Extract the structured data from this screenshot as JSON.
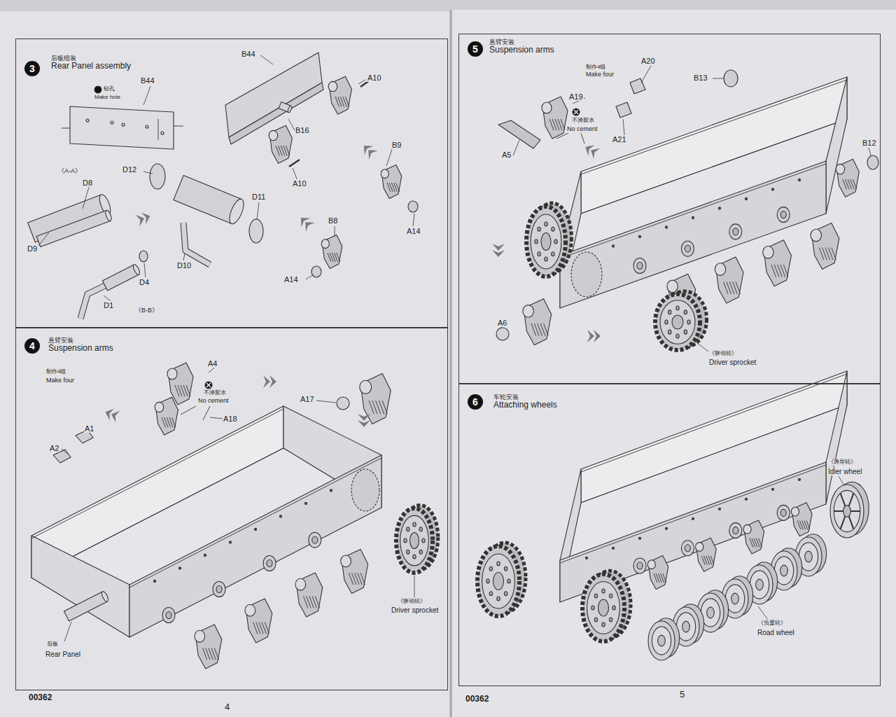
{
  "diagram": {
    "nodes": [
      {
        "text": [
          "后板组装",
          "Rear Panel assembly"
        ]
      },
      {
        "text": [
          "3"
        ],
        "in": 0
      },
      {
        "text": [
          "悬臂安装",
          "Suspension arms"
        ]
      },
      {
        "text": [
          "4"
        ],
        "in": 2
      },
      {
        "text": [
          "悬臂安装",
          "Suspension arms"
        ]
      },
      {
        "text": [
          "5"
        ],
        "in": 4
      },
      {
        "text": [
          "车轮安装",
          "Attaching wheels"
        ]
      },
      {
        "text": [
          "6"
        ],
        "in": 6
      }
    ],
    "labels": [
      "B44",
      "钻孔",
      "Make hole",
      "B44",
      "A10",
      "B16",
      "A10",
      "B9",
      "《A-A》",
      "D12",
      "D8",
      "D11",
      "A14",
      "B8",
      "D9",
      "D10",
      "A14",
      "D4",
      "D1",
      "《B-B》",
      "制作4组",
      "Make four",
      "A4",
      "A17",
      "不涂胶水",
      "No cement",
      "A18",
      "A1",
      "A2",
      "《驱动轮》",
      "Driver sprocket",
      "后板",
      "Rear Panel",
      "A20",
      "制作4组",
      "Make four",
      "B13",
      "A19",
      "不涂胶水",
      "No cement",
      "A21",
      "B12",
      "A5",
      "A6",
      "《驱动轮》",
      "Driver sprocket",
      "《诱导轮》",
      "Idler wheel",
      "《负重轮》",
      "Road wheel",
      "00362",
      "4",
      "00362",
      "5"
    ]
  }
}
